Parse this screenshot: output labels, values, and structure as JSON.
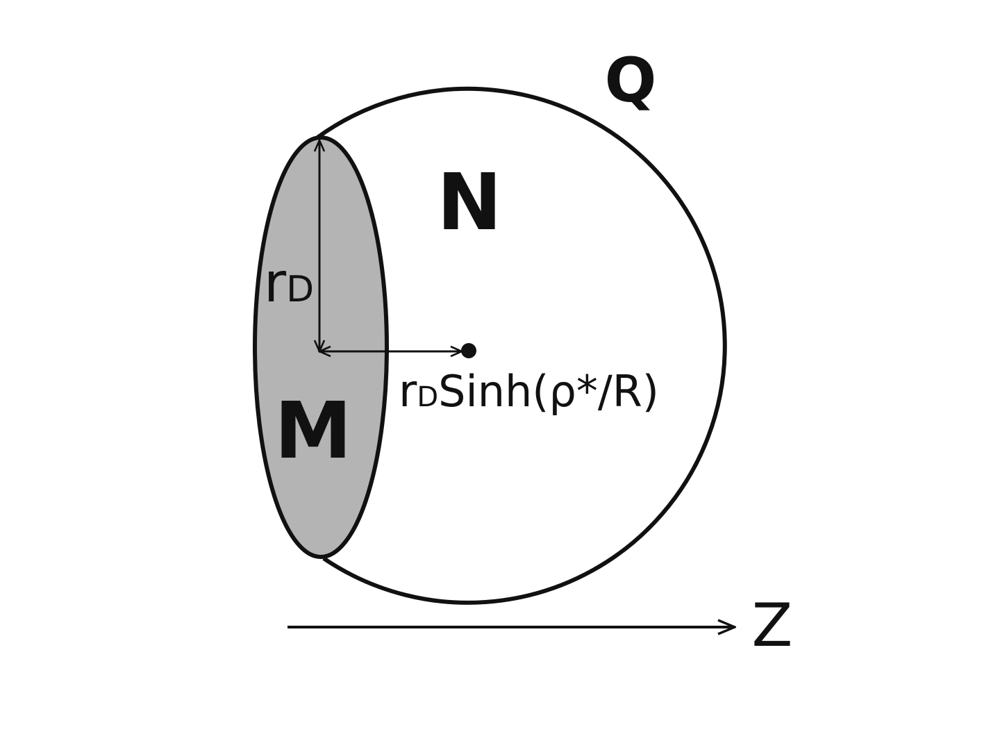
{
  "colors": {
    "stroke": "#111111",
    "disk_fill": "#b3b4b3",
    "background": "#ffffff"
  },
  "labels": {
    "q": "Q",
    "n": "N",
    "m": "M",
    "z": "Z",
    "r_main": "r",
    "r_sub": "D",
    "sinh_r": "r",
    "sinh_sub": "D",
    "sinh_expr": "Sinh(ρ*/R)"
  }
}
